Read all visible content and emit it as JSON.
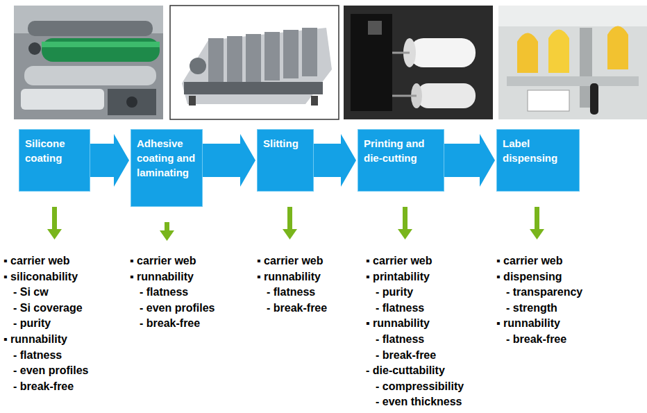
{
  "diagram": {
    "nodes": [
      {
        "text": [
          "Silicone coating"
        ]
      },
      {
        "text": [
          "Adhesive coating and laminating"
        ]
      },
      {
        "text": [
          "Slitting"
        ]
      },
      {
        "text": [
          "Printing and die-cutting"
        ]
      },
      {
        "text": [
          "Label dispensing"
        ]
      }
    ],
    "edges": [
      {
        "from": 0,
        "to": 1,
        "arrow": "to"
      },
      {
        "from": 1,
        "to": 2,
        "arrow": "to"
      },
      {
        "from": 2,
        "to": 3,
        "arrow": "to"
      },
      {
        "from": 3,
        "to": 4,
        "arrow": "to"
      }
    ],
    "labels": [
      "▪ carrier web",
      "▪ siliconability",
      "- Si cw",
      "- Si coverage",
      "- purity",
      "▪ runnability",
      "- flatness",
      "- even profiles",
      "- break-free",
      "▪ carrier web",
      "▪ runnability",
      "- flatness",
      "- even profiles",
      "- break-free",
      "▪ carrier web",
      "▪ runnability",
      "- flatness",
      "- break-free",
      "▪ carrier web",
      "▪ printability",
      "- purity",
      "- flatness",
      "▪ runnability",
      "- flatness",
      "- break-free",
      "- die-cuttability",
      "- compressibility",
      "- even thickness",
      "▪ carrier web",
      "▪ dispensing",
      "- transparency",
      "- strength",
      "▪ runnability",
      "- break-free"
    ]
  }
}
